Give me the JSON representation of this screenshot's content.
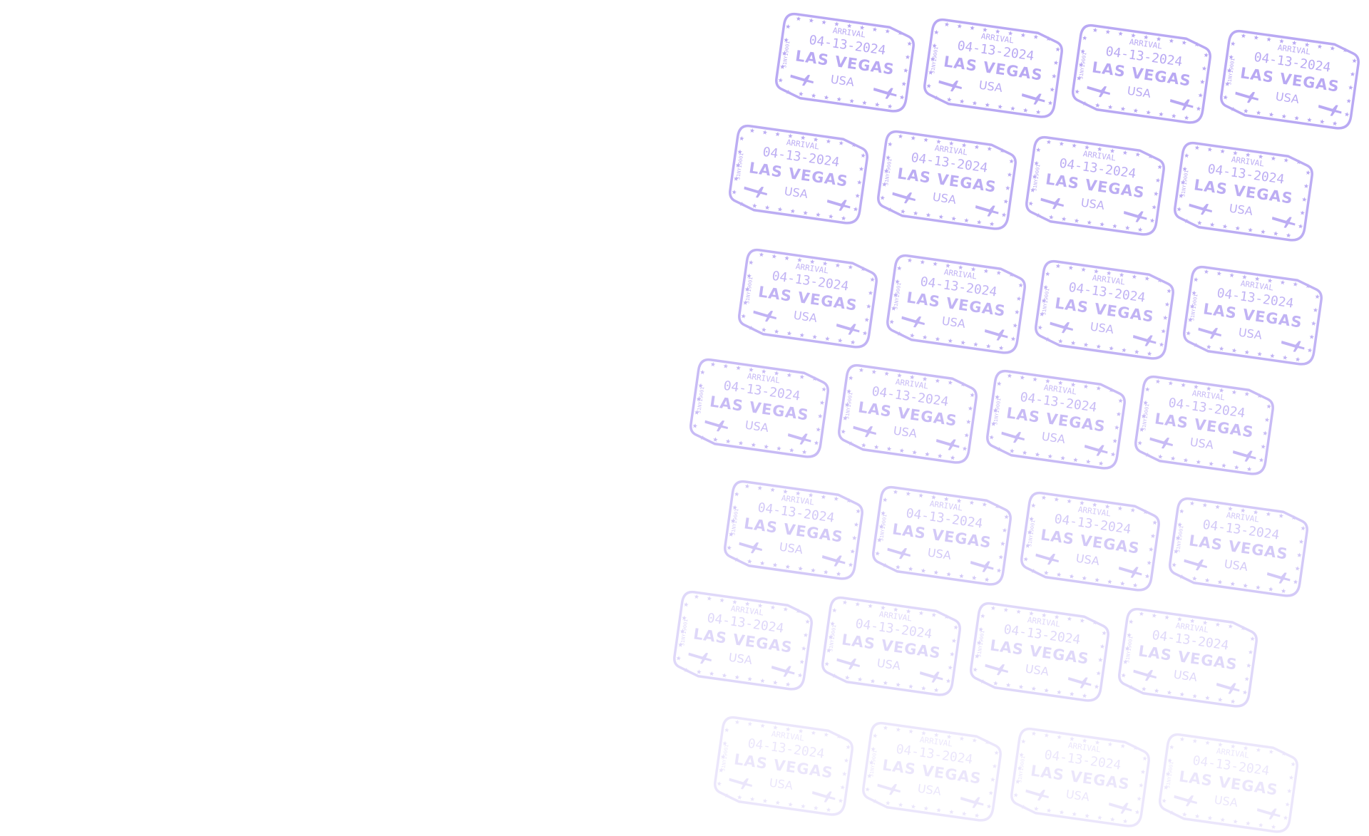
{
  "stamp": {
    "label": "ARRIVAL",
    "date": "04-13-2024",
    "city": "LAS VEGAS",
    "country": "USA",
    "code": "31NY19001"
  },
  "colors": {
    "stamp": "#b9a9f3",
    "background": "#ffffff"
  }
}
